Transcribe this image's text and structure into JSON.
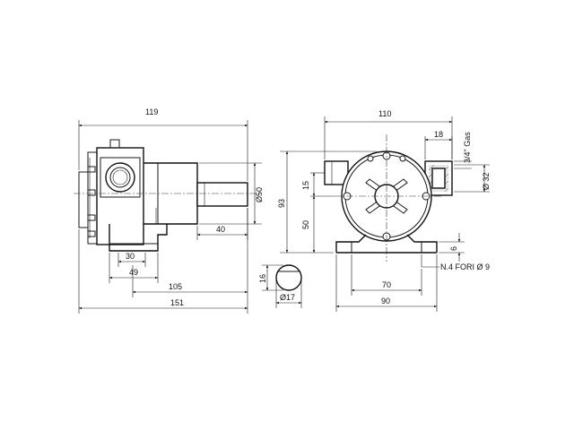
{
  "side_view": {
    "dim_overall_top": "119",
    "dim_shaft_dia": "Ø50",
    "dim_shaft_len": "40",
    "dim_feet": "30",
    "dim_base_a": "49",
    "dim_base_b": "105",
    "dim_total": "151"
  },
  "front_view": {
    "dim_width_top": "110",
    "dim_port_depth": "18",
    "dim_thread": "3/4\" Gas",
    "dim_port_dia": "Ø 32",
    "dim_height_total": "93",
    "dim_port_offset": "15",
    "dim_center_height": "50",
    "dim_foot_thickness": "6",
    "dim_holes": "N.4 FORI Ø 9",
    "dim_hole_spacing": "70",
    "dim_base_width": "90"
  },
  "shaft_section": {
    "dim_flat": "16",
    "dim_dia": "Ø17"
  }
}
